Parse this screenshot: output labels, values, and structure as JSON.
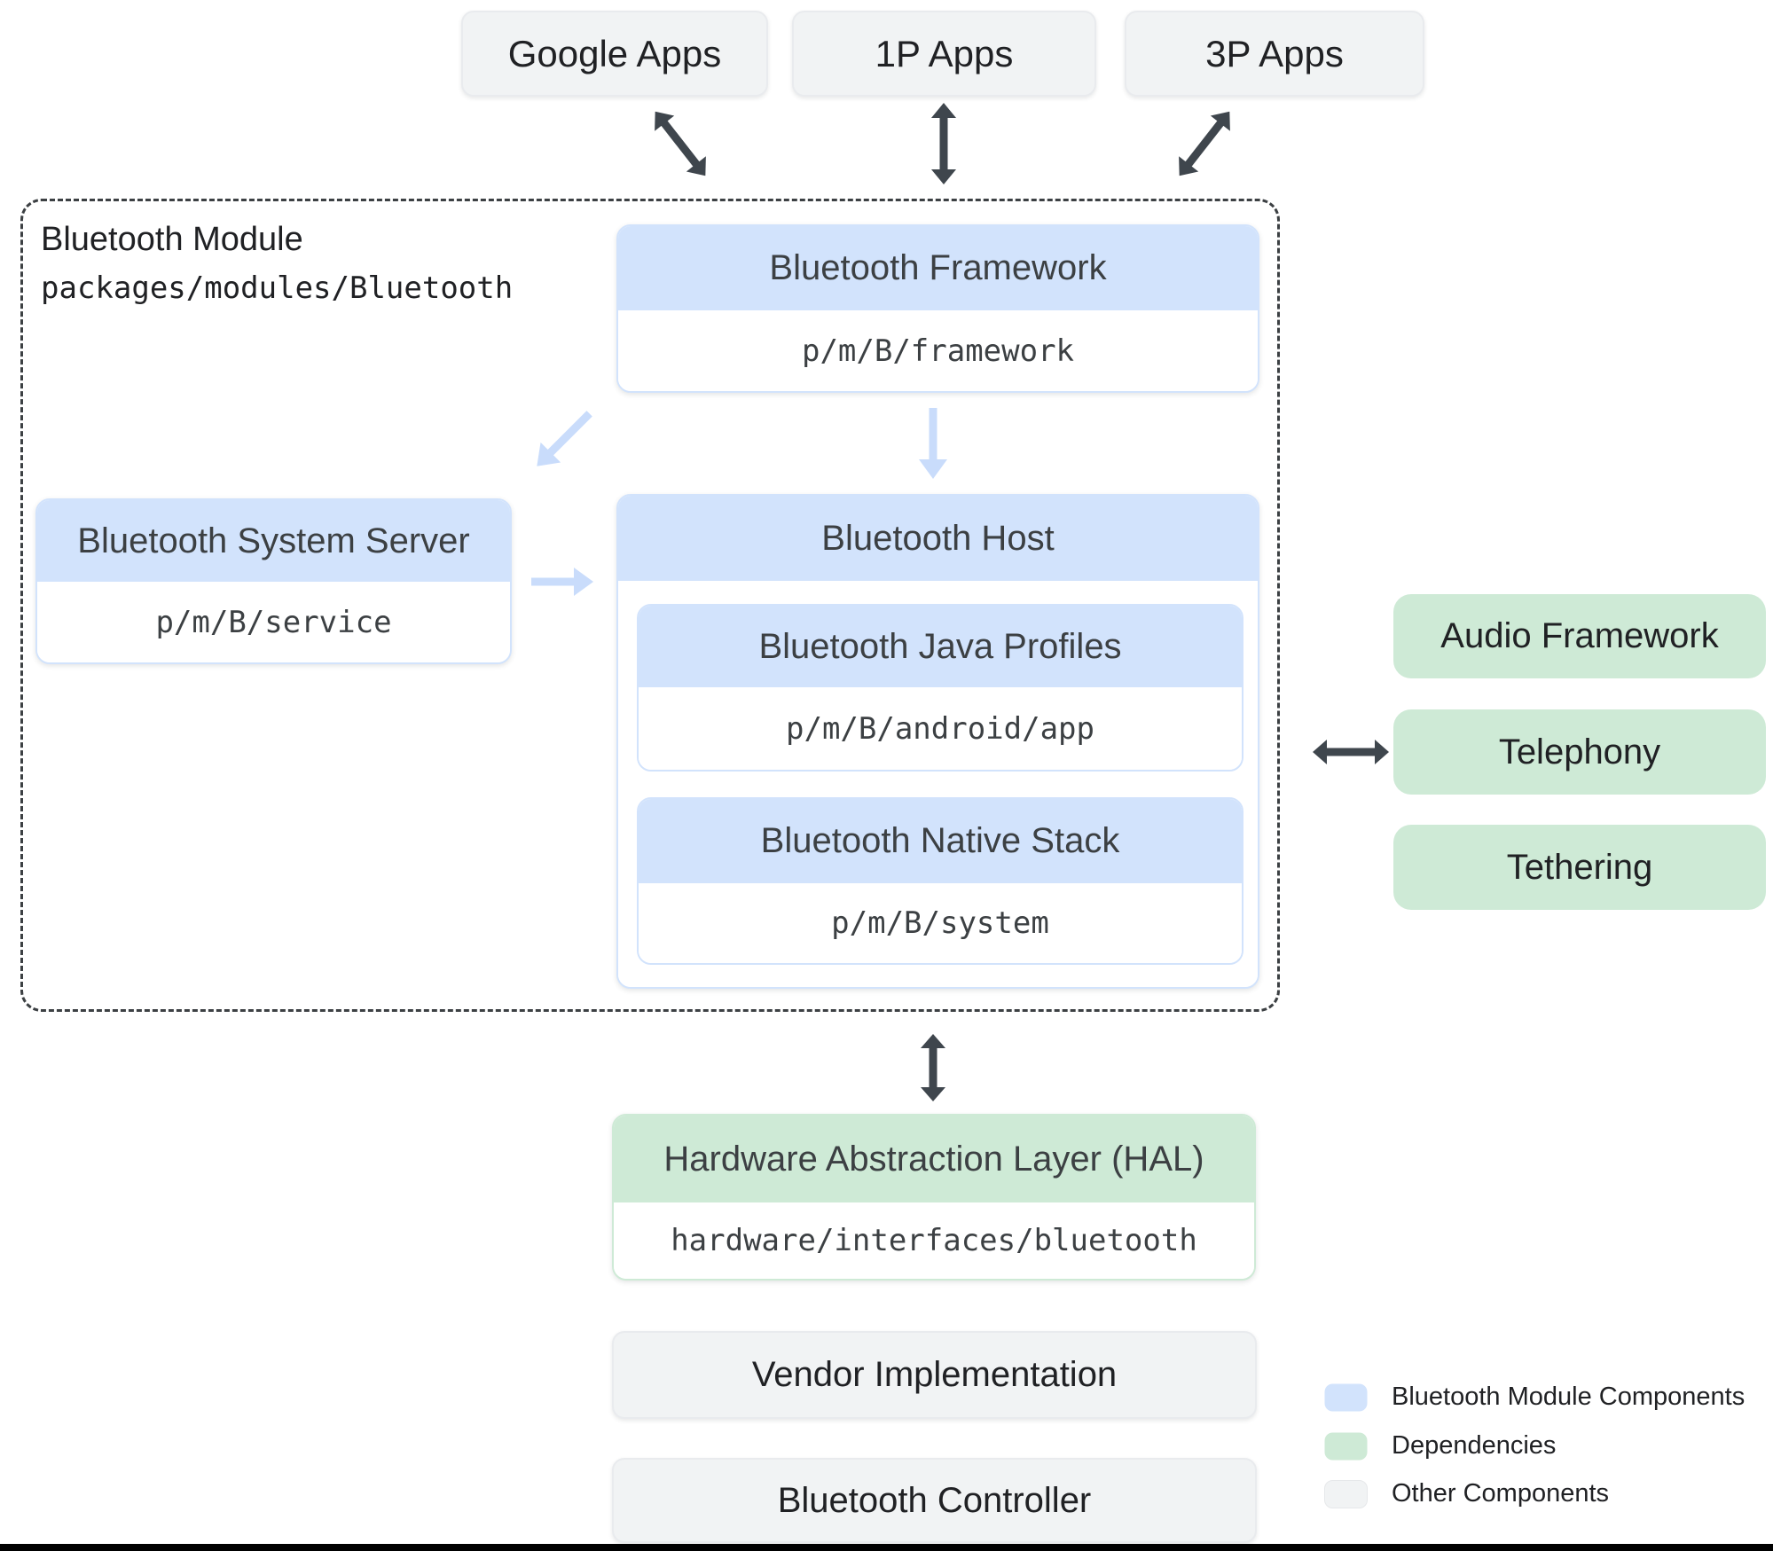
{
  "top_apps": [
    {
      "label": "Google Apps"
    },
    {
      "label": "1P Apps"
    },
    {
      "label": "3P Apps"
    }
  ],
  "module": {
    "title": "Bluetooth Module",
    "path": "packages/modules/Bluetooth",
    "framework": {
      "title": "Bluetooth Framework",
      "path": "p/m/B/framework"
    },
    "system_server": {
      "title": "Bluetooth System Server",
      "path": "p/m/B/service"
    },
    "host": {
      "title": "Bluetooth Host",
      "java_profiles": {
        "title": "Bluetooth Java Profiles",
        "path": "p/m/B/android/app"
      },
      "native_stack": {
        "title": "Bluetooth Native Stack",
        "path": "p/m/B/system"
      }
    }
  },
  "dependencies": [
    {
      "label": "Audio Framework"
    },
    {
      "label": "Telephony"
    },
    {
      "label": "Tethering"
    }
  ],
  "hal": {
    "title": "Hardware Abstraction Layer (HAL)",
    "path": "hardware/interfaces/bluetooth"
  },
  "bottom_boxes": [
    {
      "label": "Vendor Implementation"
    },
    {
      "label": "Bluetooth Controller"
    }
  ],
  "legend": [
    {
      "label": "Bluetooth Module Components",
      "color": "#d2e3fc"
    },
    {
      "label": "Dependencies",
      "color": "#ceead6"
    },
    {
      "label": "Other Components",
      "color": "#f1f3f4"
    }
  ],
  "colors": {
    "module_component": "#d2e3fc",
    "dependency": "#ceead6",
    "other_component": "#f1f3f4",
    "dark_arrow": "#3f464d",
    "light_arrow": "#c9dcfb",
    "dashed_border": "#3c4043"
  }
}
